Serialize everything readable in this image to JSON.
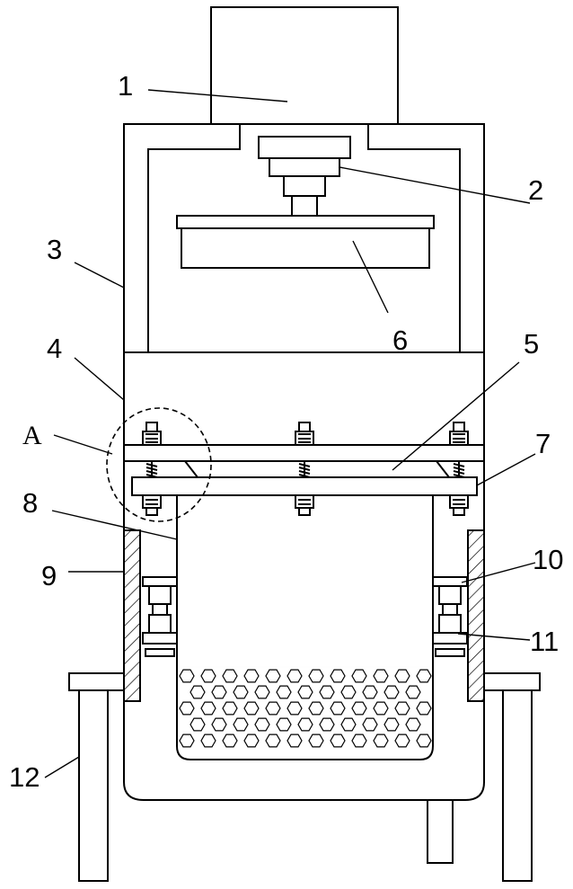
{
  "diagram": {
    "labels": {
      "l1": "1",
      "l2": "2",
      "l3": "3",
      "l4": "4",
      "l5": "5",
      "l6": "6",
      "l7": "7",
      "lA": "A",
      "l8": "8",
      "l9": "9",
      "l10": "10",
      "l11": "11",
      "l12": "12"
    }
  }
}
